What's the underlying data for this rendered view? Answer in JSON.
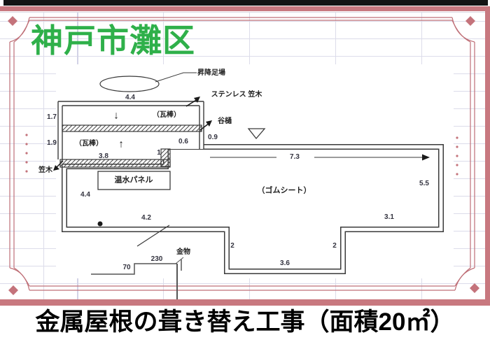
{
  "title": "神戸市灘区",
  "caption": "金属屋根の葺き替え工事（面積20㎡）",
  "colors": {
    "title_green": "#2fb04a",
    "border_pink": "#bf6f77",
    "band_pink": "#c8787f",
    "line_dark": "#3a3a3a",
    "grid_lavender": "#dcdcea",
    "black_bar": "#141414"
  },
  "diagram": {
    "labels": {
      "scaffold": "昇降足場",
      "stainless_coping": "ステンレス 笠木",
      "valley_gutter": "谷樋",
      "batten_seam_upper": "（瓦棒）",
      "batten_seam_lower": "（瓦棒）",
      "arrow_down": "↓",
      "arrow_up": "↑",
      "hot_water_panel": "温水パネル",
      "rubber_sheet": "（ゴムシート）",
      "coping": "笠木",
      "hardware": "金物"
    },
    "dimensions": {
      "top_width": "4.4",
      "left_upper": "1.7",
      "left_lower": "1.9",
      "bottom_inner": "3.8",
      "step_width": "0.6",
      "step_offset": "0.9",
      "step_height": "1",
      "main_top": "7.3",
      "right_side": "5.5",
      "bottom_right": "3.1",
      "notch_left": "2",
      "notch_right": "2",
      "notch_bottom": "3.6",
      "bottom_left": "4.2",
      "left_side": "4.4",
      "detail_height": "70",
      "detail_width": "230"
    }
  }
}
